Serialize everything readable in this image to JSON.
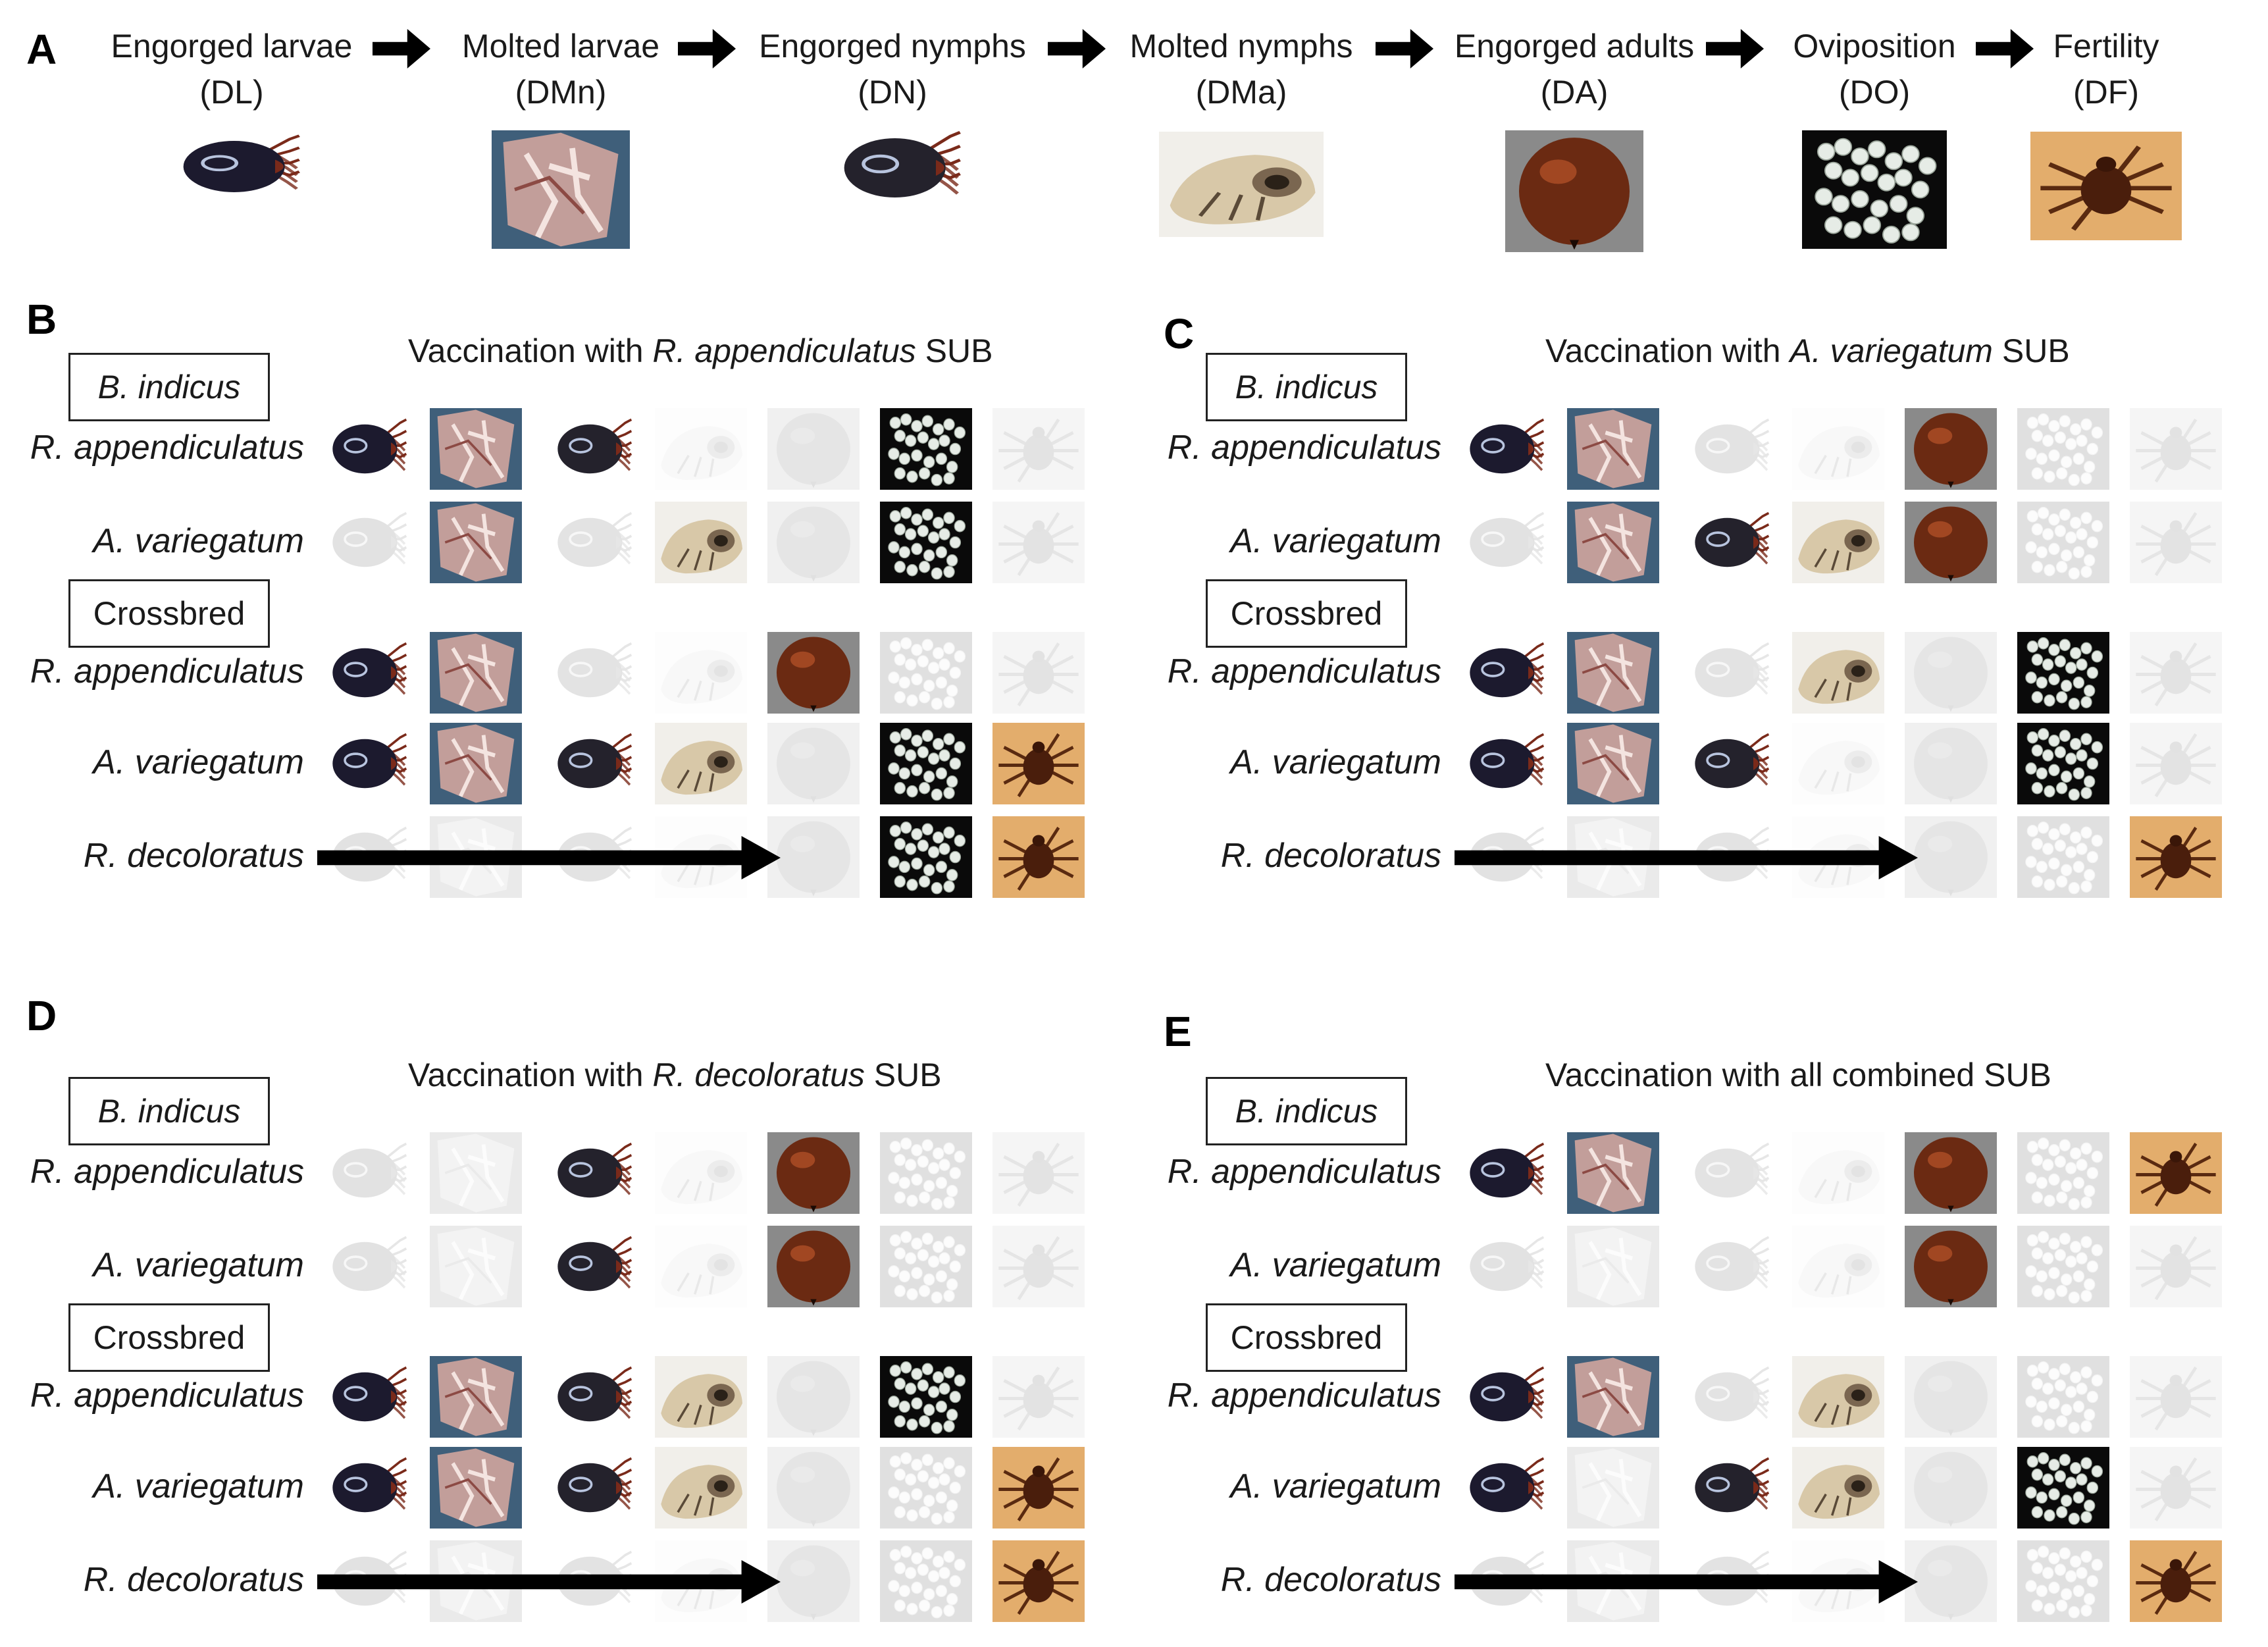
{
  "panel_a": {
    "letter": "A",
    "stages": [
      {
        "name": "Engorged larvae",
        "code": "(DL)",
        "icon": "engorged-larva-icon"
      },
      {
        "name": "Molted larvae",
        "code": "(DMn)",
        "icon": "molted-larva-icon"
      },
      {
        "name": "Engorged nymphs",
        "code": "(DN)",
        "icon": "engorged-nymph-icon"
      },
      {
        "name": "Molted nymphs",
        "code": "(DMa)",
        "icon": "molted-nymph-icon"
      },
      {
        "name": "Engorged adults",
        "code": "(DA)",
        "icon": "engorged-adult-icon"
      },
      {
        "name": "Oviposition",
        "code": "(DO)",
        "icon": "eggs-icon"
      },
      {
        "name": "Fertility",
        "code": "(DF)",
        "icon": "hatched-larva-icon"
      }
    ]
  },
  "panels": [
    {
      "letter": "B",
      "title_prefix": "Vaccination with ",
      "title_italic": "R. appendiculatus",
      "title_suffix": " SUB",
      "groups": [
        {
          "label": "B. indicus",
          "italic": true,
          "rows": [
            {
              "species": "R. appendiculatus",
              "cells": [
                1,
                1,
                1,
                0,
                0,
                1,
                0
              ]
            },
            {
              "species": "A. variegatum",
              "cells": [
                0,
                1,
                0,
                1,
                0,
                1,
                0
              ]
            }
          ]
        },
        {
          "label": "Crossbred",
          "italic": false,
          "rows": [
            {
              "species": "R. appendiculatus",
              "cells": [
                1,
                1,
                0,
                0,
                1,
                0,
                0
              ]
            },
            {
              "species": "A. variegatum",
              "cells": [
                1,
                1,
                1,
                1,
                0,
                1,
                1
              ]
            },
            {
              "species": "R. decoloratus",
              "cells": [
                0,
                0,
                0,
                0,
                0,
                1,
                1
              ],
              "arrow": true
            }
          ]
        }
      ]
    },
    {
      "letter": "C",
      "title_prefix": "Vaccination with ",
      "title_italic": "A. variegatum",
      "title_suffix": " SUB",
      "groups": [
        {
          "label": "B. indicus",
          "italic": true,
          "rows": [
            {
              "species": "R. appendiculatus",
              "cells": [
                1,
                1,
                0,
                0,
                1,
                0,
                0
              ]
            },
            {
              "species": "A. variegatum",
              "cells": [
                0,
                1,
                1,
                1,
                1,
                0,
                0
              ]
            }
          ]
        },
        {
          "label": "Crossbred",
          "italic": false,
          "rows": [
            {
              "species": "R. appendiculatus",
              "cells": [
                1,
                1,
                0,
                1,
                0,
                1,
                0
              ]
            },
            {
              "species": "A. variegatum",
              "cells": [
                1,
                1,
                1,
                0,
                0,
                1,
                0
              ]
            },
            {
              "species": "R. decoloratus",
              "cells": [
                0,
                0,
                0,
                0,
                0,
                0,
                1
              ],
              "arrow": true
            }
          ]
        }
      ]
    },
    {
      "letter": "D",
      "title_prefix": "Vaccination with ",
      "title_italic": "R. decoloratus",
      "title_suffix": " SUB",
      "groups": [
        {
          "label": "B. indicus",
          "italic": true,
          "rows": [
            {
              "species": "R. appendiculatus",
              "cells": [
                0,
                0,
                1,
                0,
                1,
                0,
                0
              ]
            },
            {
              "species": "A. variegatum",
              "cells": [
                0,
                0,
                1,
                0,
                1,
                0,
                0
              ]
            }
          ]
        },
        {
          "label": "Crossbred",
          "italic": false,
          "rows": [
            {
              "species": "R. appendiculatus",
              "cells": [
                1,
                1,
                1,
                1,
                0,
                1,
                0
              ]
            },
            {
              "species": "A. variegatum",
              "cells": [
                1,
                1,
                1,
                1,
                0,
                0,
                1
              ]
            },
            {
              "species": "R. decoloratus",
              "cells": [
                0,
                0,
                0,
                0,
                0,
                0,
                1
              ],
              "arrow": true
            }
          ]
        }
      ]
    },
    {
      "letter": "E",
      "title_prefix": "Vaccination with all combined SUB",
      "title_italic": "",
      "title_suffix": "",
      "groups": [
        {
          "label": "B. indicus",
          "italic": true,
          "rows": [
            {
              "species": "R. appendiculatus",
              "cells": [
                1,
                1,
                0,
                0,
                1,
                0,
                1
              ]
            },
            {
              "species": "A. variegatum",
              "cells": [
                0,
                0,
                0,
                0,
                1,
                0,
                0
              ]
            }
          ]
        },
        {
          "label": "Crossbred",
          "italic": false,
          "rows": [
            {
              "species": "R. appendiculatus",
              "cells": [
                1,
                1,
                0,
                1,
                0,
                0,
                0
              ]
            },
            {
              "species": "A. variegatum",
              "cells": [
                1,
                0,
                1,
                1,
                0,
                1,
                0
              ]
            },
            {
              "species": "R. decoloratus",
              "cells": [
                0,
                0,
                0,
                0,
                0,
                0,
                1
              ],
              "arrow": true
            }
          ]
        }
      ]
    }
  ],
  "colors": {
    "tick_dark": "#1c1a2e",
    "tick_red": "#7a2a1a",
    "adult_brown": "#6b2a12",
    "egg_bg": "#0a0a0a",
    "egg": "#e6ece6",
    "fertility_bg": "#e3ad6c",
    "molt_blue": "#3f5f7a",
    "molt_pink": "#d9a9a0",
    "nymph_tan": "#d8c8a8",
    "arrow": "#000000"
  }
}
